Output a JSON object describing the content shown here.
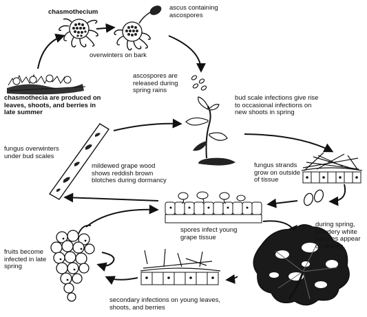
{
  "labels": {
    "chasmothecium": "chasmothecium",
    "ascus": "ascus containing\nascospores",
    "overwinters_bark": "overwinters on bark",
    "ascospores_released": "ascospores are\nreleased during\nspring rains",
    "chasmothecia_produced": "chasmothecia are produced on\nleaves, shoots, and berries in\nlate summer",
    "bud_scale": "bud scale infections give rise\nto occasional infections on\nnew shoots in spring",
    "fungus_overwinters": "fungus overwinters\nunder bud scales",
    "mildewed_wood": "mildewed grape wood\nshows reddish brown\nblotches during dormancy",
    "fungus_strands": "fungus strands\ngrow on outside\nof tissue",
    "spores_infect": "spores infect young\ngrape tissue",
    "powdery_patches": "during spring,\npowdery white\npatches appear\non leaves",
    "fruits_infected": "fruits become\ninfected in late\nspring",
    "secondary_infections": "secondary infections on young leaves,\nshoots, and berries"
  },
  "colors": {
    "ink": "#111111",
    "background": "#ffffff"
  }
}
